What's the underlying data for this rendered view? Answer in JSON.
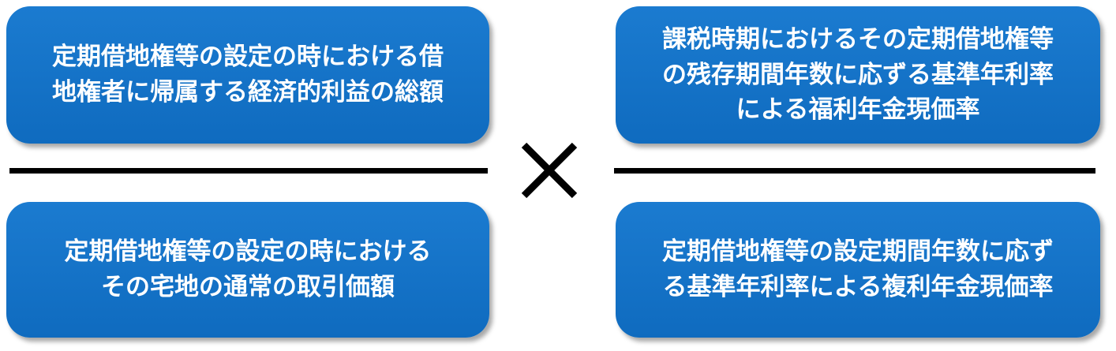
{
  "left_fraction": {
    "numerator": {
      "lines": [
        "定期借地権等の設定の時における借",
        "地権者に帰属する経済的利益の総額"
      ]
    },
    "denominator": {
      "lines": [
        "定期借地権等の設定の時における",
        "その宅地の通常の取引価額"
      ]
    }
  },
  "operator": {
    "icon": "multiplication-sign-icon"
  },
  "right_fraction": {
    "numerator": {
      "lines": [
        "課税時期におけるその定期借地権等",
        "の残存期間年数に応ずる基準年利率",
        "による福利年金現価率"
      ]
    },
    "denominator": {
      "lines": [
        "定期借地権等の設定期間年数に応ず",
        "る基準年利率による複利年金現価率"
      ]
    }
  },
  "colors": {
    "box_fill": "#1070c4",
    "text": "#ffffff",
    "bar": "#000000"
  }
}
